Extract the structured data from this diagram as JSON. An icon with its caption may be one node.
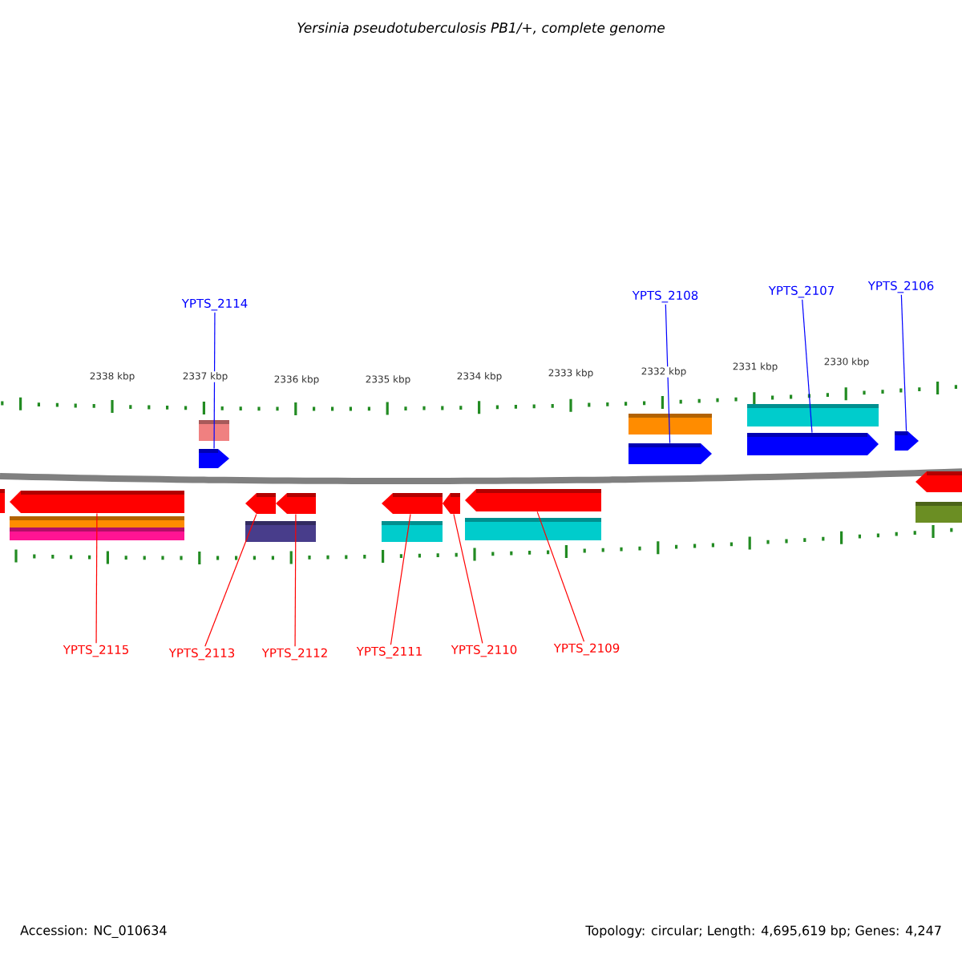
{
  "diagram": {
    "title": "Yersinia pseudotuberculosis PB1/+, complete genome",
    "nodes": [
      {
        "text": [
          "YPTS_2114"
        ]
      },
      {
        "text": [
          "YPTS_2108"
        ]
      },
      {
        "text": [
          "YPTS_2107"
        ]
      },
      {
        "text": [
          "YPTS_2106"
        ]
      },
      {
        "text": [],
        "shape": "arrow"
      },
      {
        "text": [],
        "shape": "arrow"
      },
      {
        "text": [],
        "shape": "arrow"
      },
      {
        "text": [],
        "shape": "arrow"
      },
      {
        "text": [],
        "shape": "arrow"
      },
      {
        "text": [],
        "shape": "arrow"
      },
      {
        "text": [],
        "shape": "arrow"
      },
      {
        "text": [],
        "shape": "arrow"
      },
      {
        "text": [],
        "shape": "arrow"
      },
      {
        "text": [],
        "shape": "arrow"
      },
      {
        "text": [
          "YPTS_2115"
        ]
      },
      {
        "text": [
          "YPTS_2113"
        ]
      },
      {
        "text": [
          "YPTS_2112"
        ]
      },
      {
        "text": [
          "YPTS_2111"
        ]
      },
      {
        "text": [
          "YPTS_2110"
        ]
      },
      {
        "text": [
          "YPTS_2109"
        ]
      },
      {
        "text": [],
        "shape": "arrow"
      }
    ],
    "edges": [
      {
        "from": 0,
        "to": 4,
        "arrow": "none",
        "color": "#0000ff"
      },
      {
        "from": 1,
        "to": 5,
        "arrow": "none",
        "color": "#0000ff"
      },
      {
        "from": 2,
        "to": 6,
        "arrow": "none",
        "color": "#0000ff"
      },
      {
        "from": 3,
        "to": 7,
        "arrow": "none",
        "color": "#0000ff"
      },
      {
        "from": 14,
        "to": 8,
        "arrow": "none"
      },
      {
        "from": 15,
        "to": 9,
        "arrow": "none"
      },
      {
        "from": 16,
        "to": 10,
        "arrow": "none"
      },
      {
        "from": 17,
        "to": 11,
        "arrow": "none"
      },
      {
        "from": 18,
        "to": 12,
        "arrow": "none"
      },
      {
        "from": 19,
        "to": 13,
        "arrow": "none"
      }
    ],
    "labels": [
      "2338 kbp",
      "2337 kbp",
      "2336 kbp",
      "2335 kbp",
      "2334 kbp",
      "2333 kbp",
      "2332 kbp",
      "2331 kbp",
      "2330 kbp",
      "Accession: NC_010634",
      "Topology: circular; Length: 4,695,619 bp; Genes: 4,247"
    ]
  }
}
